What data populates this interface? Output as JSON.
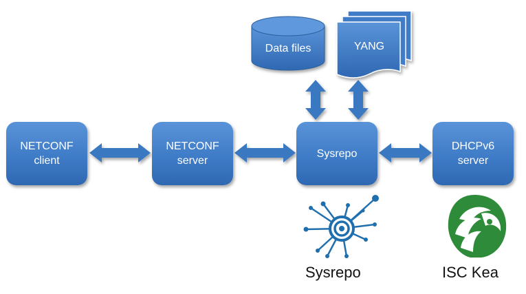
{
  "nodes": {
    "netconf_client": {
      "line1": "NETCONF",
      "line2": "client"
    },
    "netconf_server": {
      "line1": "NETCONF",
      "line2": "server"
    },
    "sysrepo": {
      "label": "Sysrepo"
    },
    "dhcpv6_server": {
      "line1": "DHCPv6",
      "line2": "server"
    },
    "data_files": {
      "label": "Data files"
    },
    "yang": {
      "label": "YANG"
    }
  },
  "logos": {
    "sysrepo_caption": "Sysrepo",
    "kea_caption": "ISC Kea"
  },
  "colors": {
    "box_fill": "#3f7cc7",
    "arrow_fill": "#3a78c2",
    "sysrepo_logo": "#1f6fae",
    "kea_logo": "#2e8b3a"
  },
  "edges": [
    {
      "from": "netconf_client",
      "to": "netconf_server",
      "direction": "both"
    },
    {
      "from": "netconf_server",
      "to": "sysrepo",
      "direction": "both"
    },
    {
      "from": "sysrepo",
      "to": "dhcpv6_server",
      "direction": "both"
    },
    {
      "from": "data_files",
      "to": "sysrepo",
      "direction": "both"
    },
    {
      "from": "yang",
      "to": "sysrepo",
      "direction": "both"
    }
  ]
}
